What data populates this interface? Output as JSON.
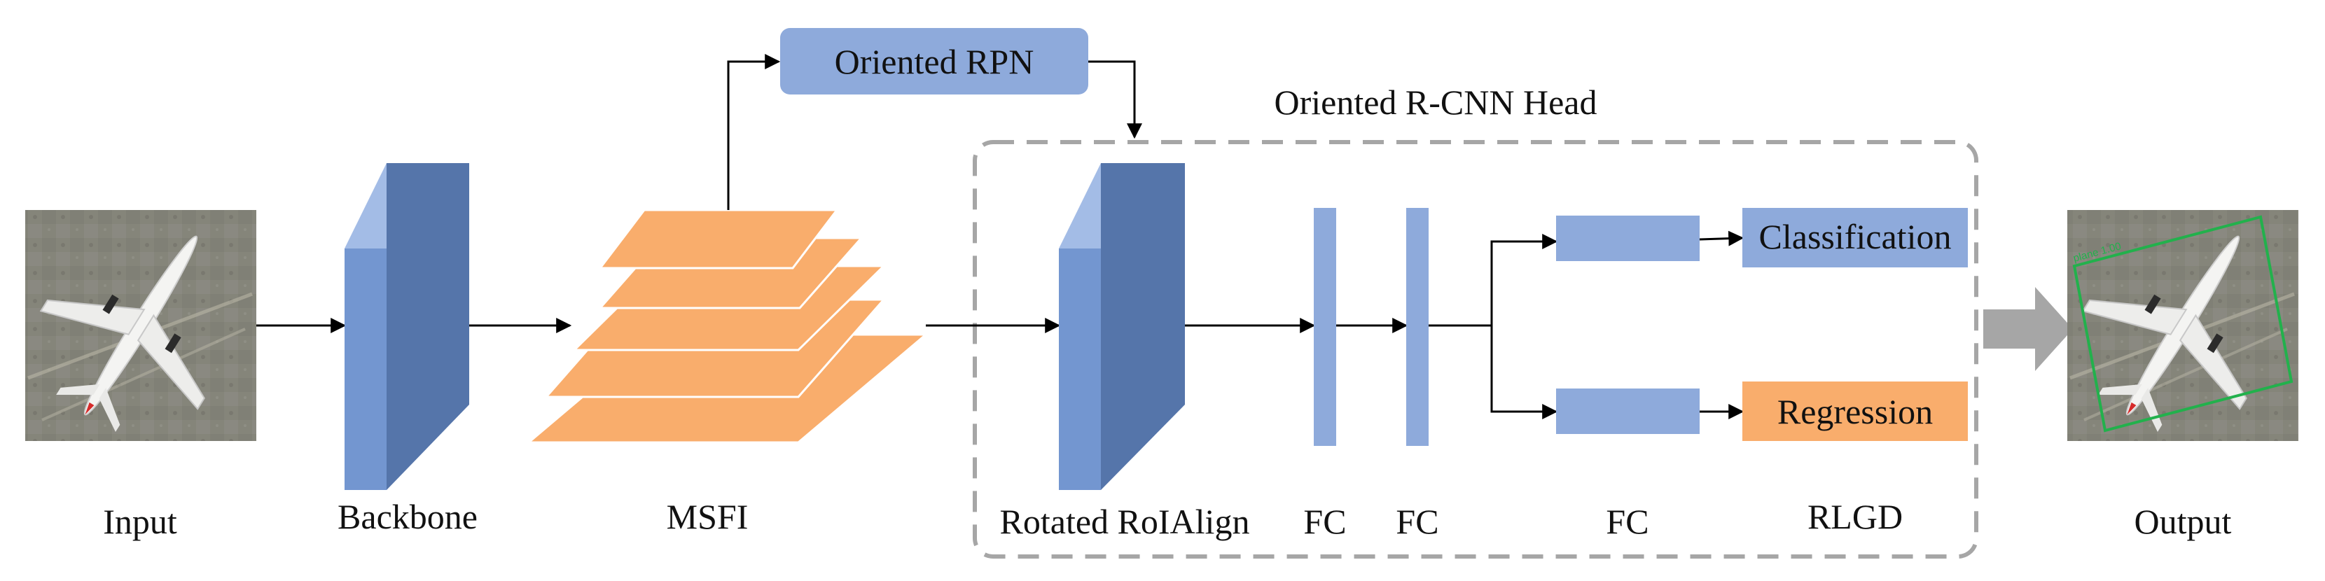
{
  "diagram": {
    "input_label": "Input",
    "backbone_label": "Backbone",
    "msfi_label": "MSFI",
    "rpn_label": "Oriented RPN",
    "head_title": "Oriented R-CNN Head",
    "roialign_label": "Rotated RoIAlign",
    "fc1_label": "FC",
    "fc2_label": "FC",
    "fc3_label": "FC",
    "rlgd_label": "RLGD",
    "classification_label": "Classification",
    "regression_label": "Regression",
    "output_label": "Output",
    "detection_tag": "plane 1.00"
  },
  "colors": {
    "blue_front": "#7396d0",
    "blue_side": "#5575aa",
    "blue_light": "#8eaadb",
    "orange": "#f9ad6c",
    "dashed_border": "#a6a6a6",
    "gray_arrow": "#a6a6a6",
    "detection_box": "#22b14c"
  }
}
